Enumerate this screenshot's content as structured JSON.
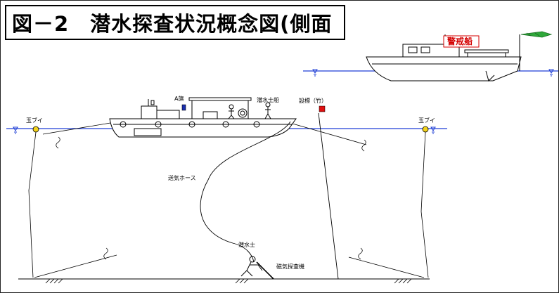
{
  "title": "図－2　潜水探査状況概念図(側面",
  "labels": {
    "diver_boat": "潜水士船",
    "a_flag": "A旗",
    "buoy_left": "玉ブイ",
    "buoy_right": "玉ブイ",
    "marker_pole": "設標（竹）",
    "air_hose": "送気ホース",
    "diver": "潜水士",
    "magnetic_detector": "磁気探査機",
    "guard_boat": "警戒船"
  },
  "colors": {
    "water_line": "#1f3fd6",
    "buoy": "#f2d21b",
    "marker_flag": "#e01010",
    "guard_text": "#d40000",
    "streamer": "#2fa83a"
  },
  "icons": [
    "water-level-icon",
    "buoy-icon",
    "marker-flag-icon",
    "streamer-icon",
    "a-flag-icon"
  ]
}
